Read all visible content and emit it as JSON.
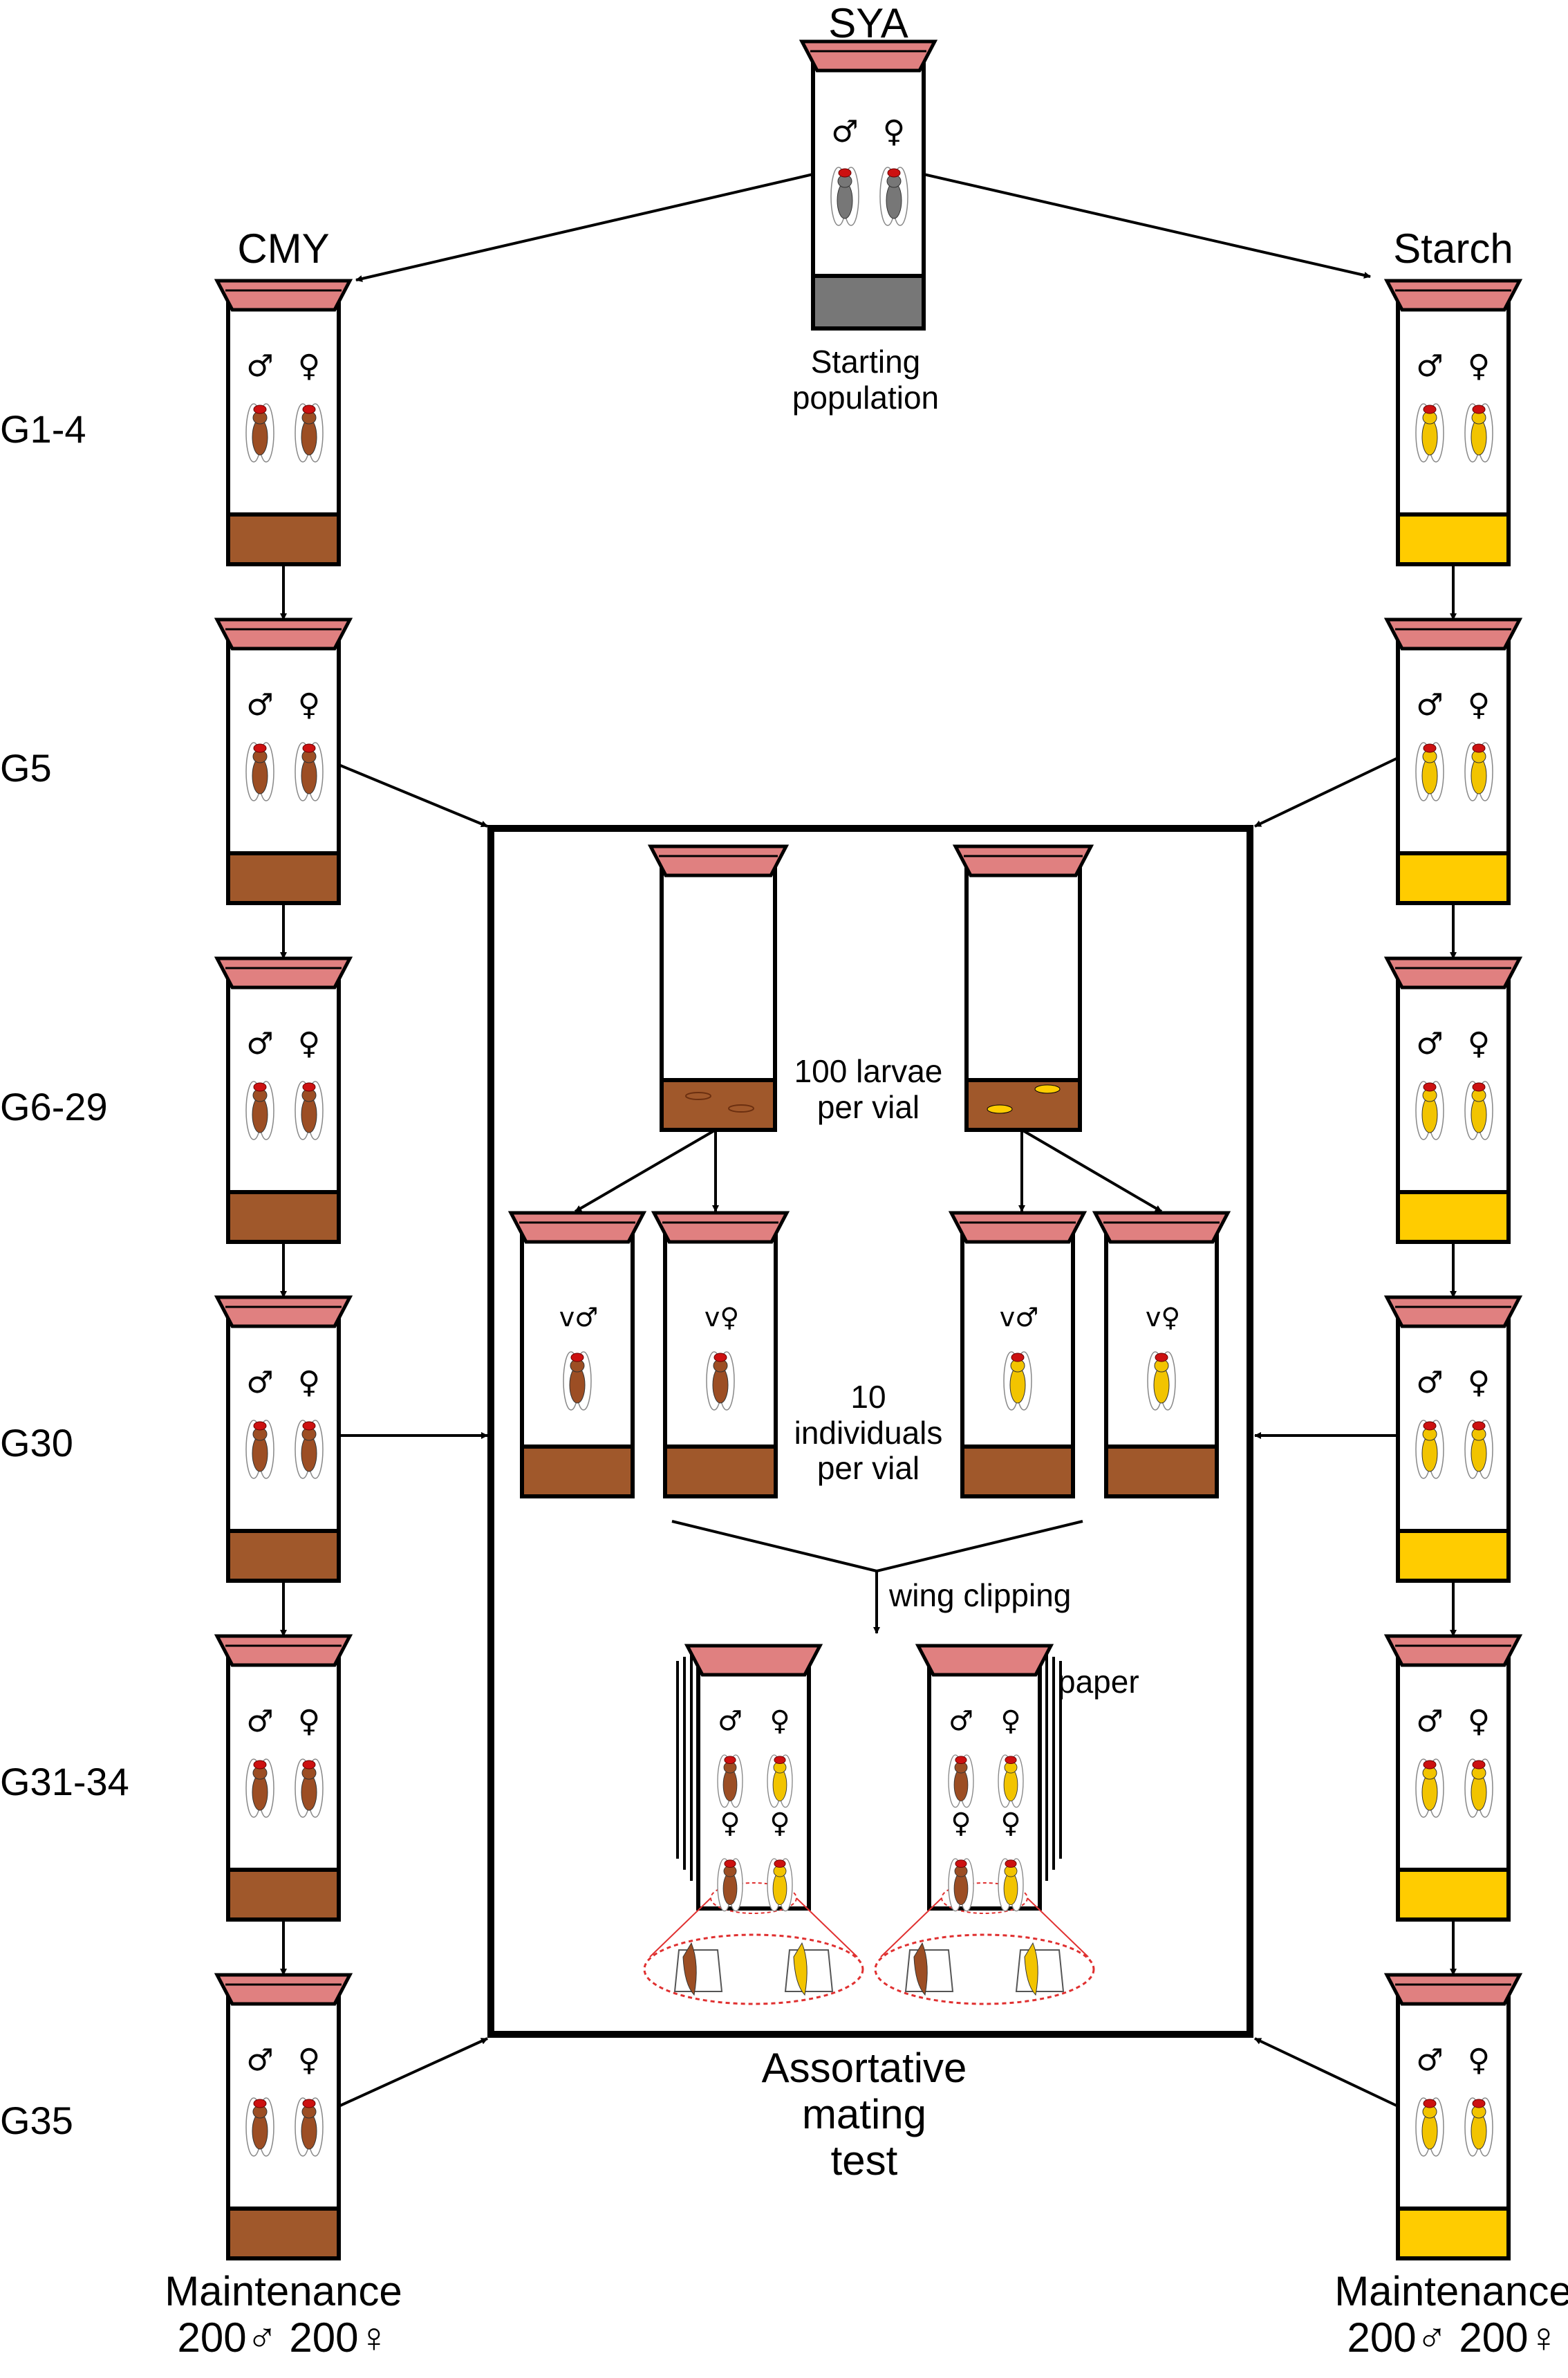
{
  "colors": {
    "cap": "#e08080",
    "cmy_food": "#a0582b",
    "starch_food": "#ffcc00",
    "sya_food": "#777777",
    "fly_brown": "#9c4e24",
    "fly_yellow": "#f2c400",
    "fly_grey": "#777777",
    "fly_eye": "#cc1111",
    "zoom_outline": "#e03030"
  },
  "labels": {
    "sya": "SYA",
    "cmy": "CMY",
    "starch": "Starch",
    "starting_population": "Starting\npopulation",
    "larvae": "100 larvae\nper vial",
    "individuals": "10\nindividuals\nper vial",
    "wing_clipping": "wing clipping",
    "paper": "paper",
    "assortative": "Assortative\nmating\ntest",
    "maintenance_left": "Maintenance\n200♂ 200♀",
    "maintenance_right": "Maintenance\n200♂ 200♀"
  },
  "generations": [
    "G1-4",
    "G5",
    "G6-29",
    "G30",
    "G31-34",
    "G35"
  ],
  "symbols": {
    "male": "♂",
    "female": "♀",
    "virgin_male": "v♂",
    "virgin_female": "v♀"
  }
}
